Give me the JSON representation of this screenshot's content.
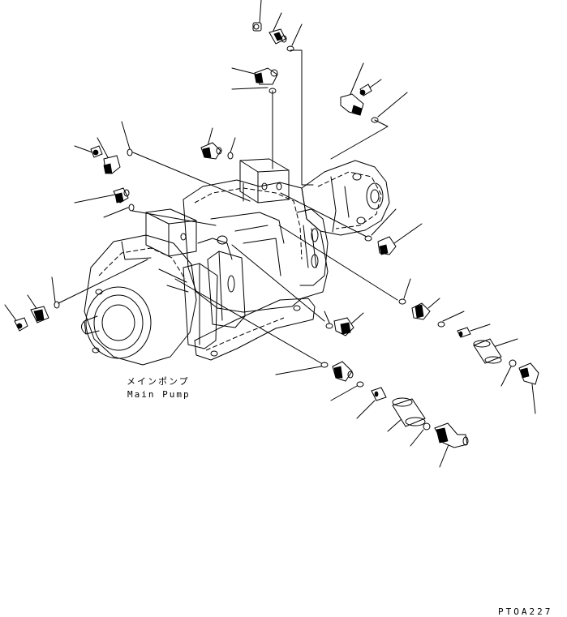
{
  "labels": {
    "main_pump_jp": "メインポンプ",
    "main_pump_en": "Main Pump",
    "drawing_code": "PTOA227"
  },
  "icons": {
    "main_pump": "main-pump-assembly-icon",
    "fitting": "hose-fitting-icon",
    "o_ring": "o-ring-icon",
    "elbow": "elbow-fitting-icon",
    "sleeve": "sleeve-coupling-icon",
    "plug": "plug-icon"
  },
  "colors": {
    "ink": "#000000",
    "paper": "#ffffff"
  }
}
